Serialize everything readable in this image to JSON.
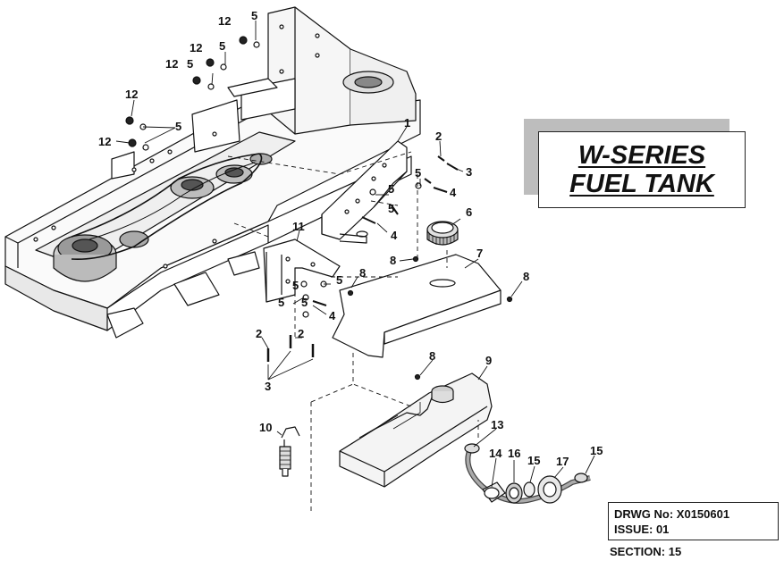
{
  "title": {
    "line1": "W-SERIES",
    "line2": "FUEL TANK"
  },
  "drawing_info": {
    "drwg_no": "DRWG No: X0150601",
    "issue": "ISSUE: 01",
    "section": "SECTION: 15"
  },
  "callouts": {
    "c1": "1",
    "c2": "2",
    "c3": "3",
    "c4": "4",
    "c5": "5",
    "c6": "6",
    "c7": "7",
    "c8": "8",
    "c9": "9",
    "c10": "10",
    "c11": "11",
    "c12": "12",
    "c13": "13",
    "c14": "14",
    "c15": "15",
    "c16": "16",
    "c17": "17"
  }
}
